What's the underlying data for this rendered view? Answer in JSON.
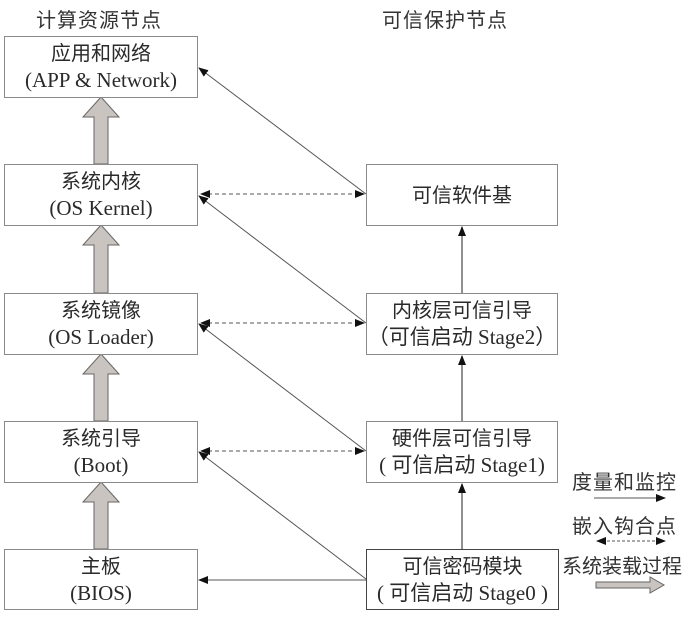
{
  "headers": {
    "left": "计算资源节点",
    "right": "可信保护节点"
  },
  "compute_nodes": [
    {
      "zh": "应用和网络",
      "en": "(APP & Network)"
    },
    {
      "zh": "系统内核",
      "en": "(OS Kernel)"
    },
    {
      "zh": "系统镜像",
      "en": "(OS Loader)"
    },
    {
      "zh": "系统引导",
      "en": "(Boot)"
    },
    {
      "zh": "主板",
      "en": "(BIOS)"
    }
  ],
  "trust_nodes": [
    {
      "zh": "可信软件基",
      "en": ""
    },
    {
      "zh": "内核层可信引导",
      "en": "（可信启动 Stage2）"
    },
    {
      "zh": "硬件层可信引导",
      "en": "( 可信启动 Stage1)"
    },
    {
      "zh": "可信密码模块",
      "en": "( 可信启动 Stage0 )"
    }
  ],
  "legend": {
    "measure": "度量和监控",
    "hook": "嵌入钩合点",
    "load": "系统装载过程"
  },
  "colors": {
    "thick_arrow_fill": "#c9c4c0",
    "thick_arrow_stroke": "#555555",
    "line": "#555555",
    "arrowhead": "#111111"
  }
}
